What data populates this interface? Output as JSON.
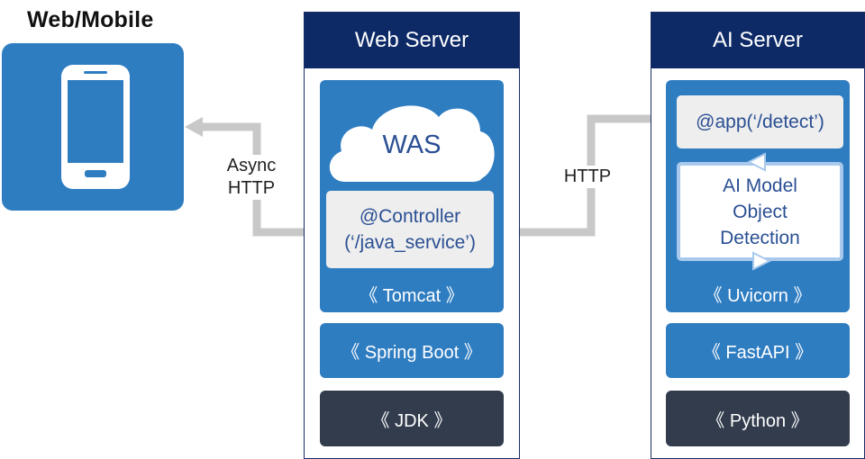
{
  "client": {
    "title": "Web/Mobile",
    "icon": "mobile-phone-icon"
  },
  "web_server": {
    "title": "Web Server",
    "was_label": "WAS",
    "controller_line1": "@Controller",
    "controller_line2": "(‘/java_service’)",
    "tomcat_label": "《 Tomcat 》",
    "spring_label": "《 Spring Boot 》",
    "jdk_label": "《 JDK 》"
  },
  "ai_server": {
    "title": "AI Server",
    "detect_label": "@app(‘/detect’)",
    "model_line1": "AI Model",
    "model_line2": "Object",
    "model_line3": "Detection",
    "uvicorn_label": "《 Uvicorn 》",
    "fastapi_label": "《 FastAPI 》",
    "python_label": "《 Python 》"
  },
  "edges": {
    "client_web_line1": "Async",
    "client_web_line2": "HTTP",
    "web_ai": "HTTP"
  },
  "colors": {
    "navy": "#0d2a67",
    "blue": "#2f7dc1",
    "dark": "#323c4d",
    "arrow": "#c8c8c8"
  }
}
